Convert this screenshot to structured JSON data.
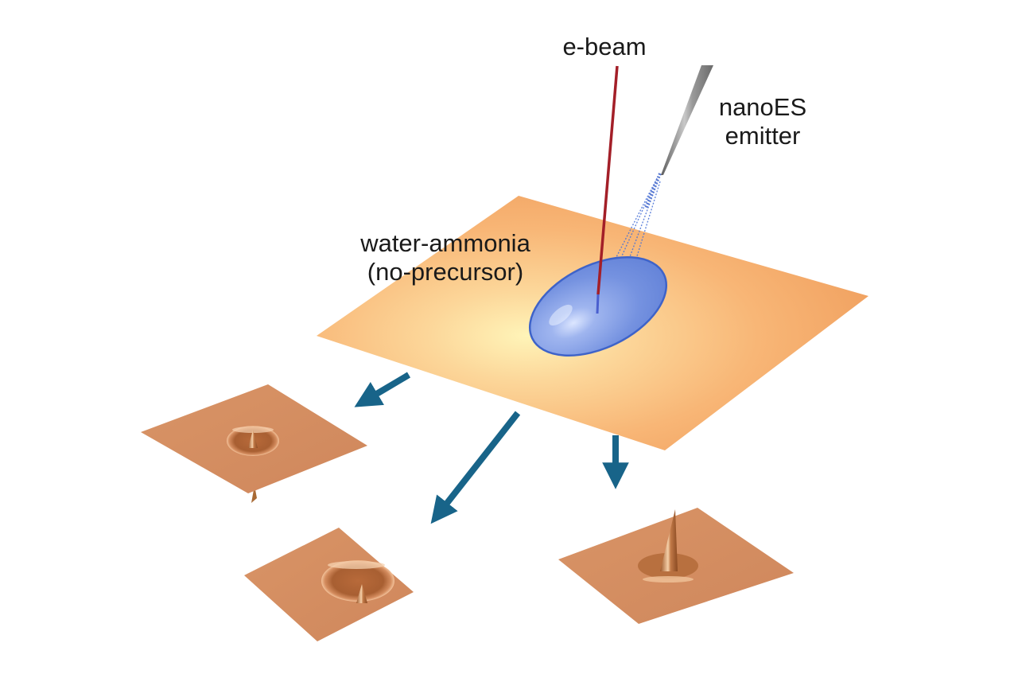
{
  "labels": {
    "ebeam": "e-beam",
    "emitter_line1": "nanoES",
    "emitter_line2": "emitter",
    "substrate_line1": "water-ammonia",
    "substrate_line2": "(no-precursor)"
  },
  "colors": {
    "background": "#ffffff",
    "ebeam": "#a31f28",
    "emitter": "#8c8c8c",
    "spray": "#4a72d6",
    "droplet": "#6e8fe0",
    "droplet_rim": "#3e63c9",
    "substrate_light": "#fdeaa6",
    "substrate_mid": "#f8b878",
    "substrate_dark": "#eea05e",
    "result_plate": "#d58c62",
    "arrow": "#186489",
    "text": "#1a1a1a"
  },
  "elements": {
    "substrate": "large tilted orange plate with blue droplet",
    "results": [
      {
        "id": "result-left",
        "feature": "crater with small central spike, spike below plate"
      },
      {
        "id": "result-bottom",
        "feature": "crater ring with small central cone"
      },
      {
        "id": "result-right",
        "feature": "tall central cone with small moat"
      }
    ],
    "arrows": [
      "arrow-to-left",
      "arrow-to-bottom",
      "arrow-to-right"
    ]
  }
}
